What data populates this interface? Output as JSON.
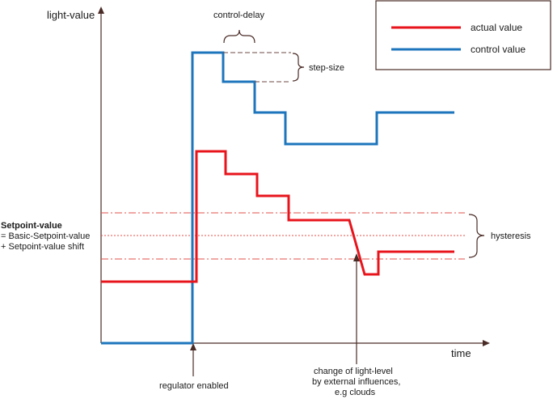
{
  "axes": {
    "y_label": "light-value",
    "x_label": "time"
  },
  "legend": {
    "items": [
      {
        "label": "actual value",
        "color": "#e8141c"
      },
      {
        "label": "control value",
        "color": "#1d75bc"
      }
    ]
  },
  "annotations": {
    "control_delay": "control-delay",
    "step_size": "step-size",
    "hysteresis": "hysteresis",
    "setpoint_title": "Setpoint-value",
    "setpoint_line2": "= Basic-Setpoint-value",
    "setpoint_line3": "+ Setpoint-value shift",
    "regulator_enabled": "regulator enabled",
    "change_line1": "change of light-level",
    "change_line2": "by external influences,",
    "change_line3": "e.g clouds"
  },
  "colors": {
    "axis": "#4a2c27",
    "actual": "#e8141c",
    "control": "#1d75bc",
    "hysteresis_line": "#e0504a",
    "bracket": "#4a2c27"
  }
}
